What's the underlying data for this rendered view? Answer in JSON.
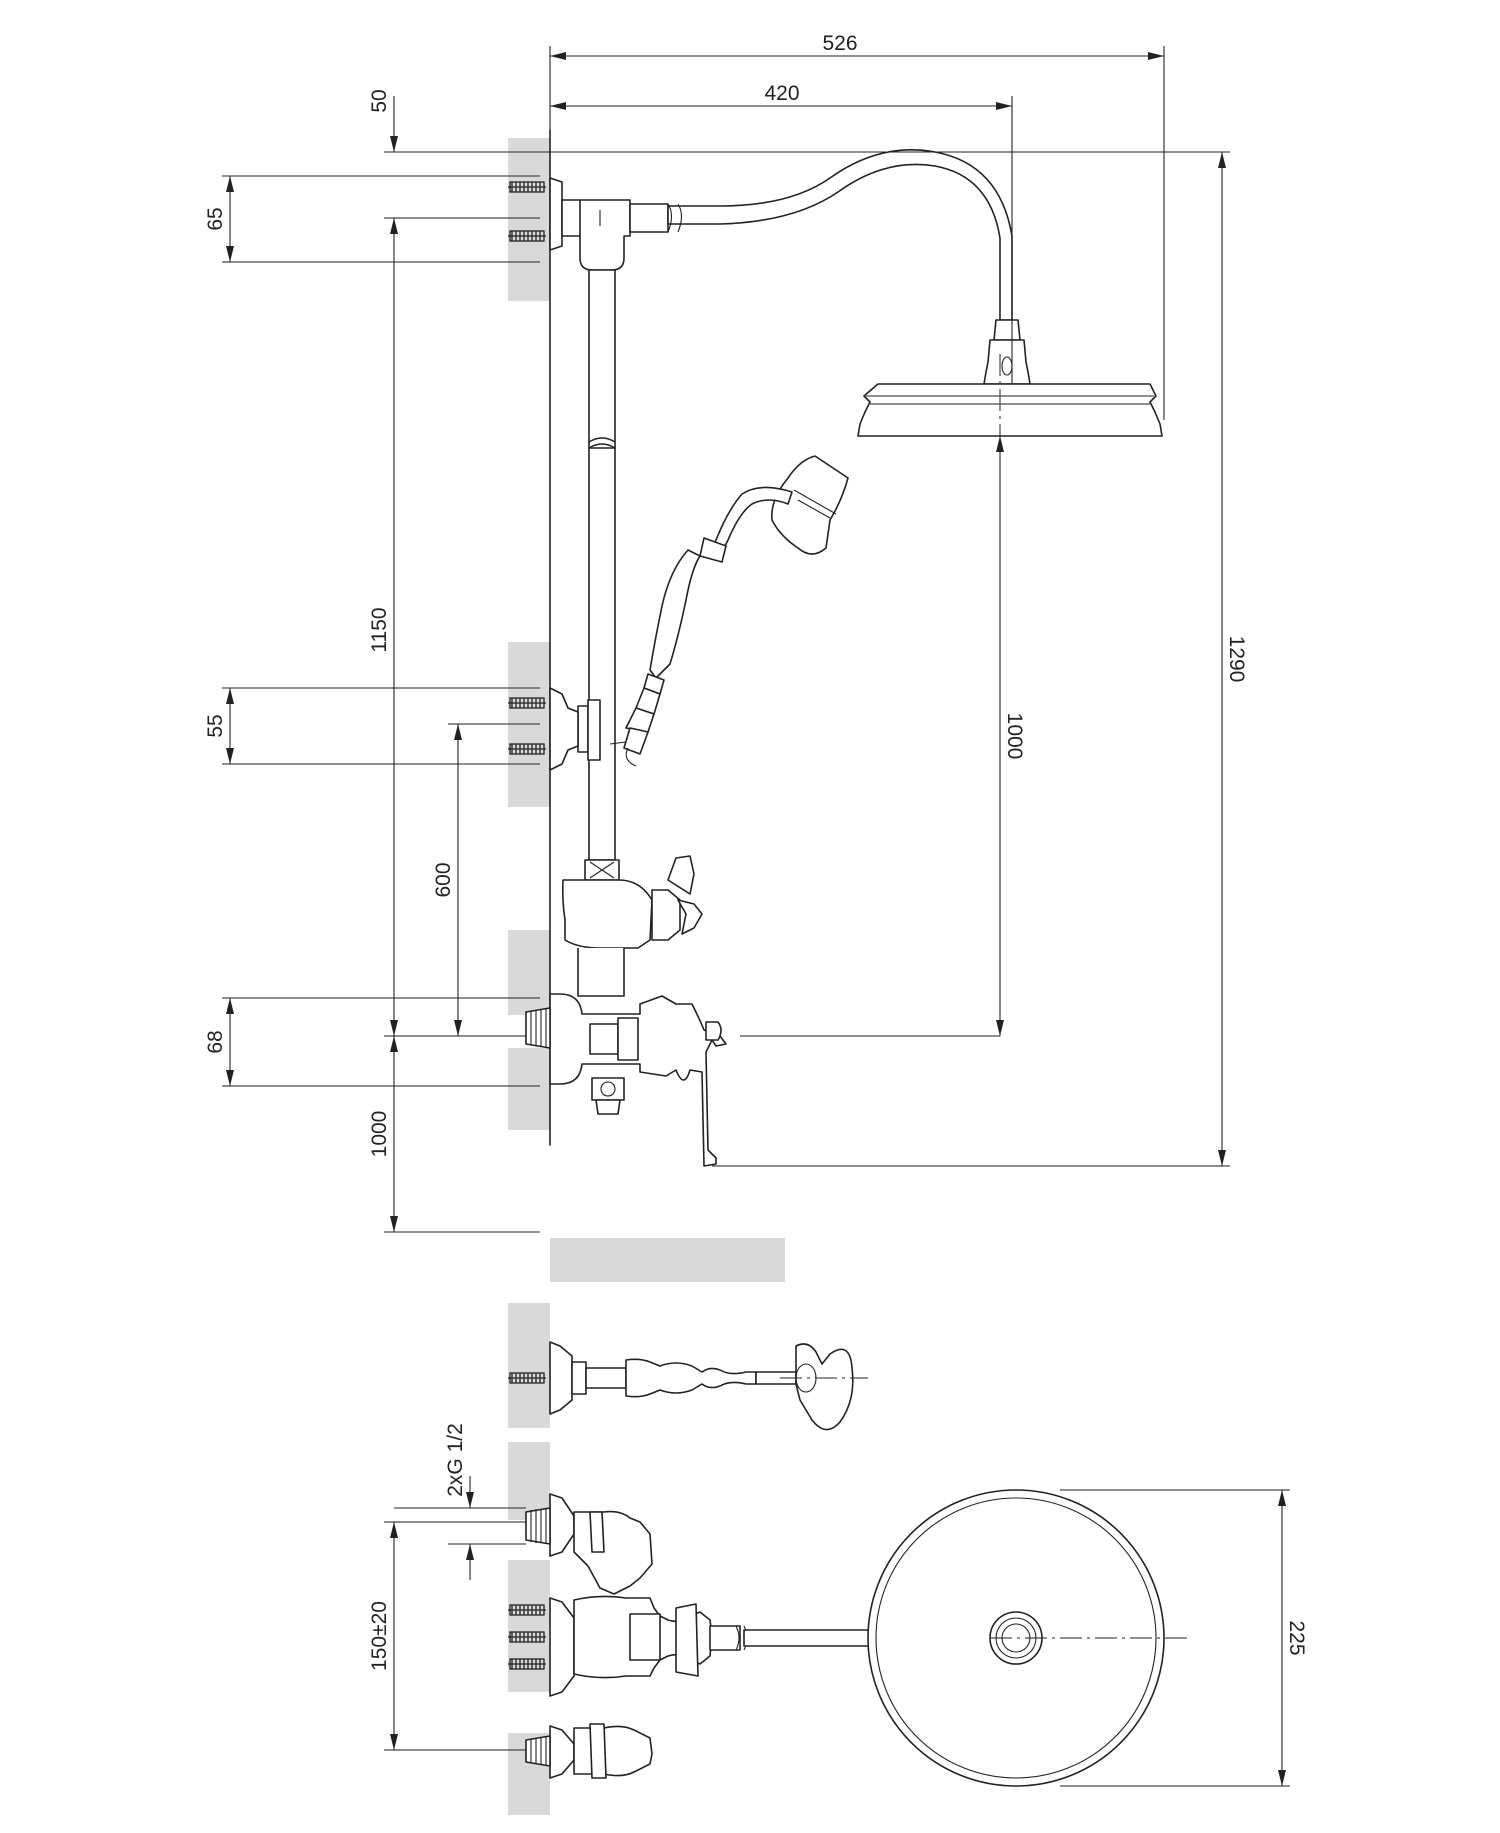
{
  "dimensions": {
    "overall_width": "526",
    "arm_reach": "420",
    "top_offset": "50",
    "upper_bracket_spacing": "65",
    "rail_height": "1150",
    "middle_bracket_spacing": "55",
    "bracket_to_mixer": "600",
    "inlet_spacing": "68",
    "mixer_height": "1000",
    "overhead_height": "1000",
    "total_height": "1290",
    "inlet_thread": "2xG 1/2",
    "inlet_centres": "150±20",
    "head_diameter": "225"
  },
  "icons": [
    "wall-section",
    "screw-anchor",
    "shower-head",
    "hand-shower",
    "mixer-valve",
    "lever-handle"
  ]
}
